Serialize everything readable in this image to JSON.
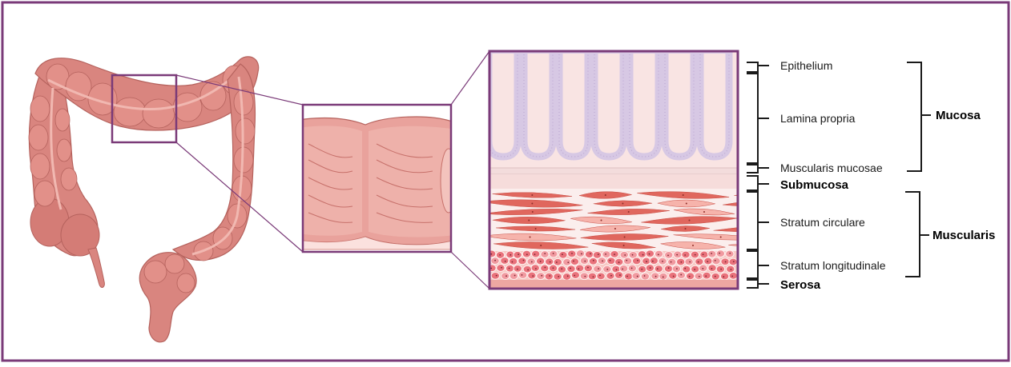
{
  "labels": {
    "epithelium": "Epithelium",
    "lamina_propria": "Lamina propria",
    "muscularis_mucosae": "Muscularis mucosae",
    "submucosa": "Submucosa",
    "stratum_circulare": "Stratum circulare",
    "stratum_longitudinale": "Stratum longitudinale",
    "serosa": "Serosa"
  },
  "groups": {
    "mucosa": "Mucosa",
    "muscularis": "Muscularis"
  },
  "colors": {
    "frame": "#7a3a78",
    "colon": "#d9857f",
    "colon_dark": "#c06c67",
    "colon_light": "#eaa8a0",
    "epithelium": "#d7c8e4",
    "lamina": "#f9e4e3",
    "submucosa": "#f6dcdb",
    "muscle": "#e0675e",
    "muscle_light": "#f6b3ab",
    "serosa": "#eea7a2"
  }
}
